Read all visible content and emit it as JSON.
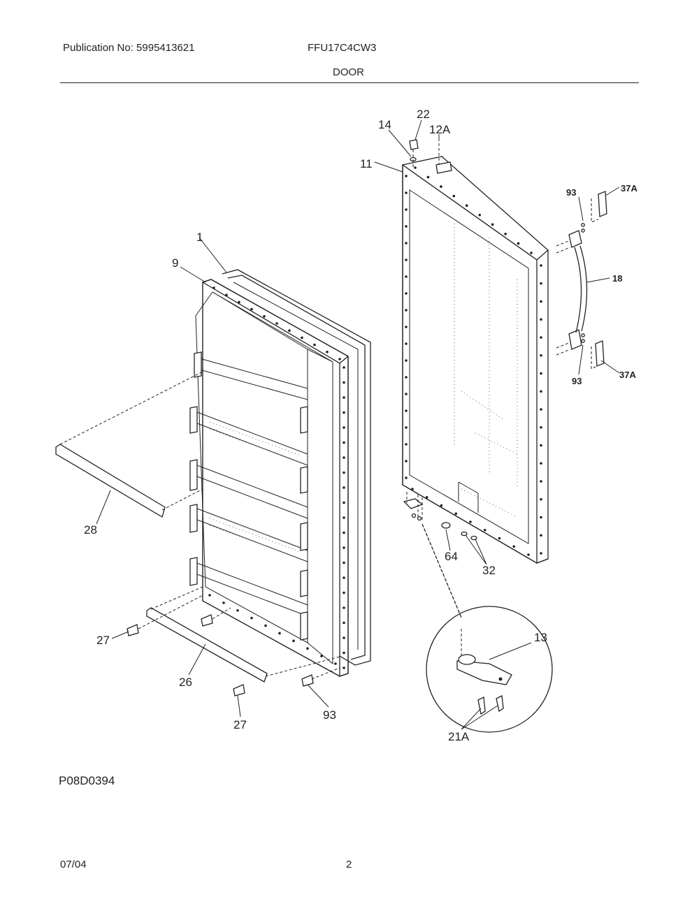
{
  "header": {
    "publication": "Publication No: 5995413621",
    "model": "FFU17C4CW3",
    "section": "DOOR"
  },
  "footer": {
    "figure_code": "P08D0394",
    "date": "07/04",
    "page": "2"
  },
  "callouts": {
    "door_gasket": "1",
    "door_liner": "9",
    "door_panel": "11",
    "label": "12A",
    "plug_button": "14",
    "plug_top": "22",
    "handle": "18",
    "handle_cap_top": "37A",
    "handle_cap_bottom": "37A",
    "handle_screw_top": "93",
    "handle_screw_bottom": "93",
    "shelf_rail_top": "28",
    "shelf_rail_bottom": "26",
    "screw_left": "27",
    "screw_bottom": "27",
    "screw_liner": "93",
    "plug_hinge": "64",
    "plug_pair": "32",
    "hinge_bracket": "13",
    "hinge_screws": "21A"
  }
}
